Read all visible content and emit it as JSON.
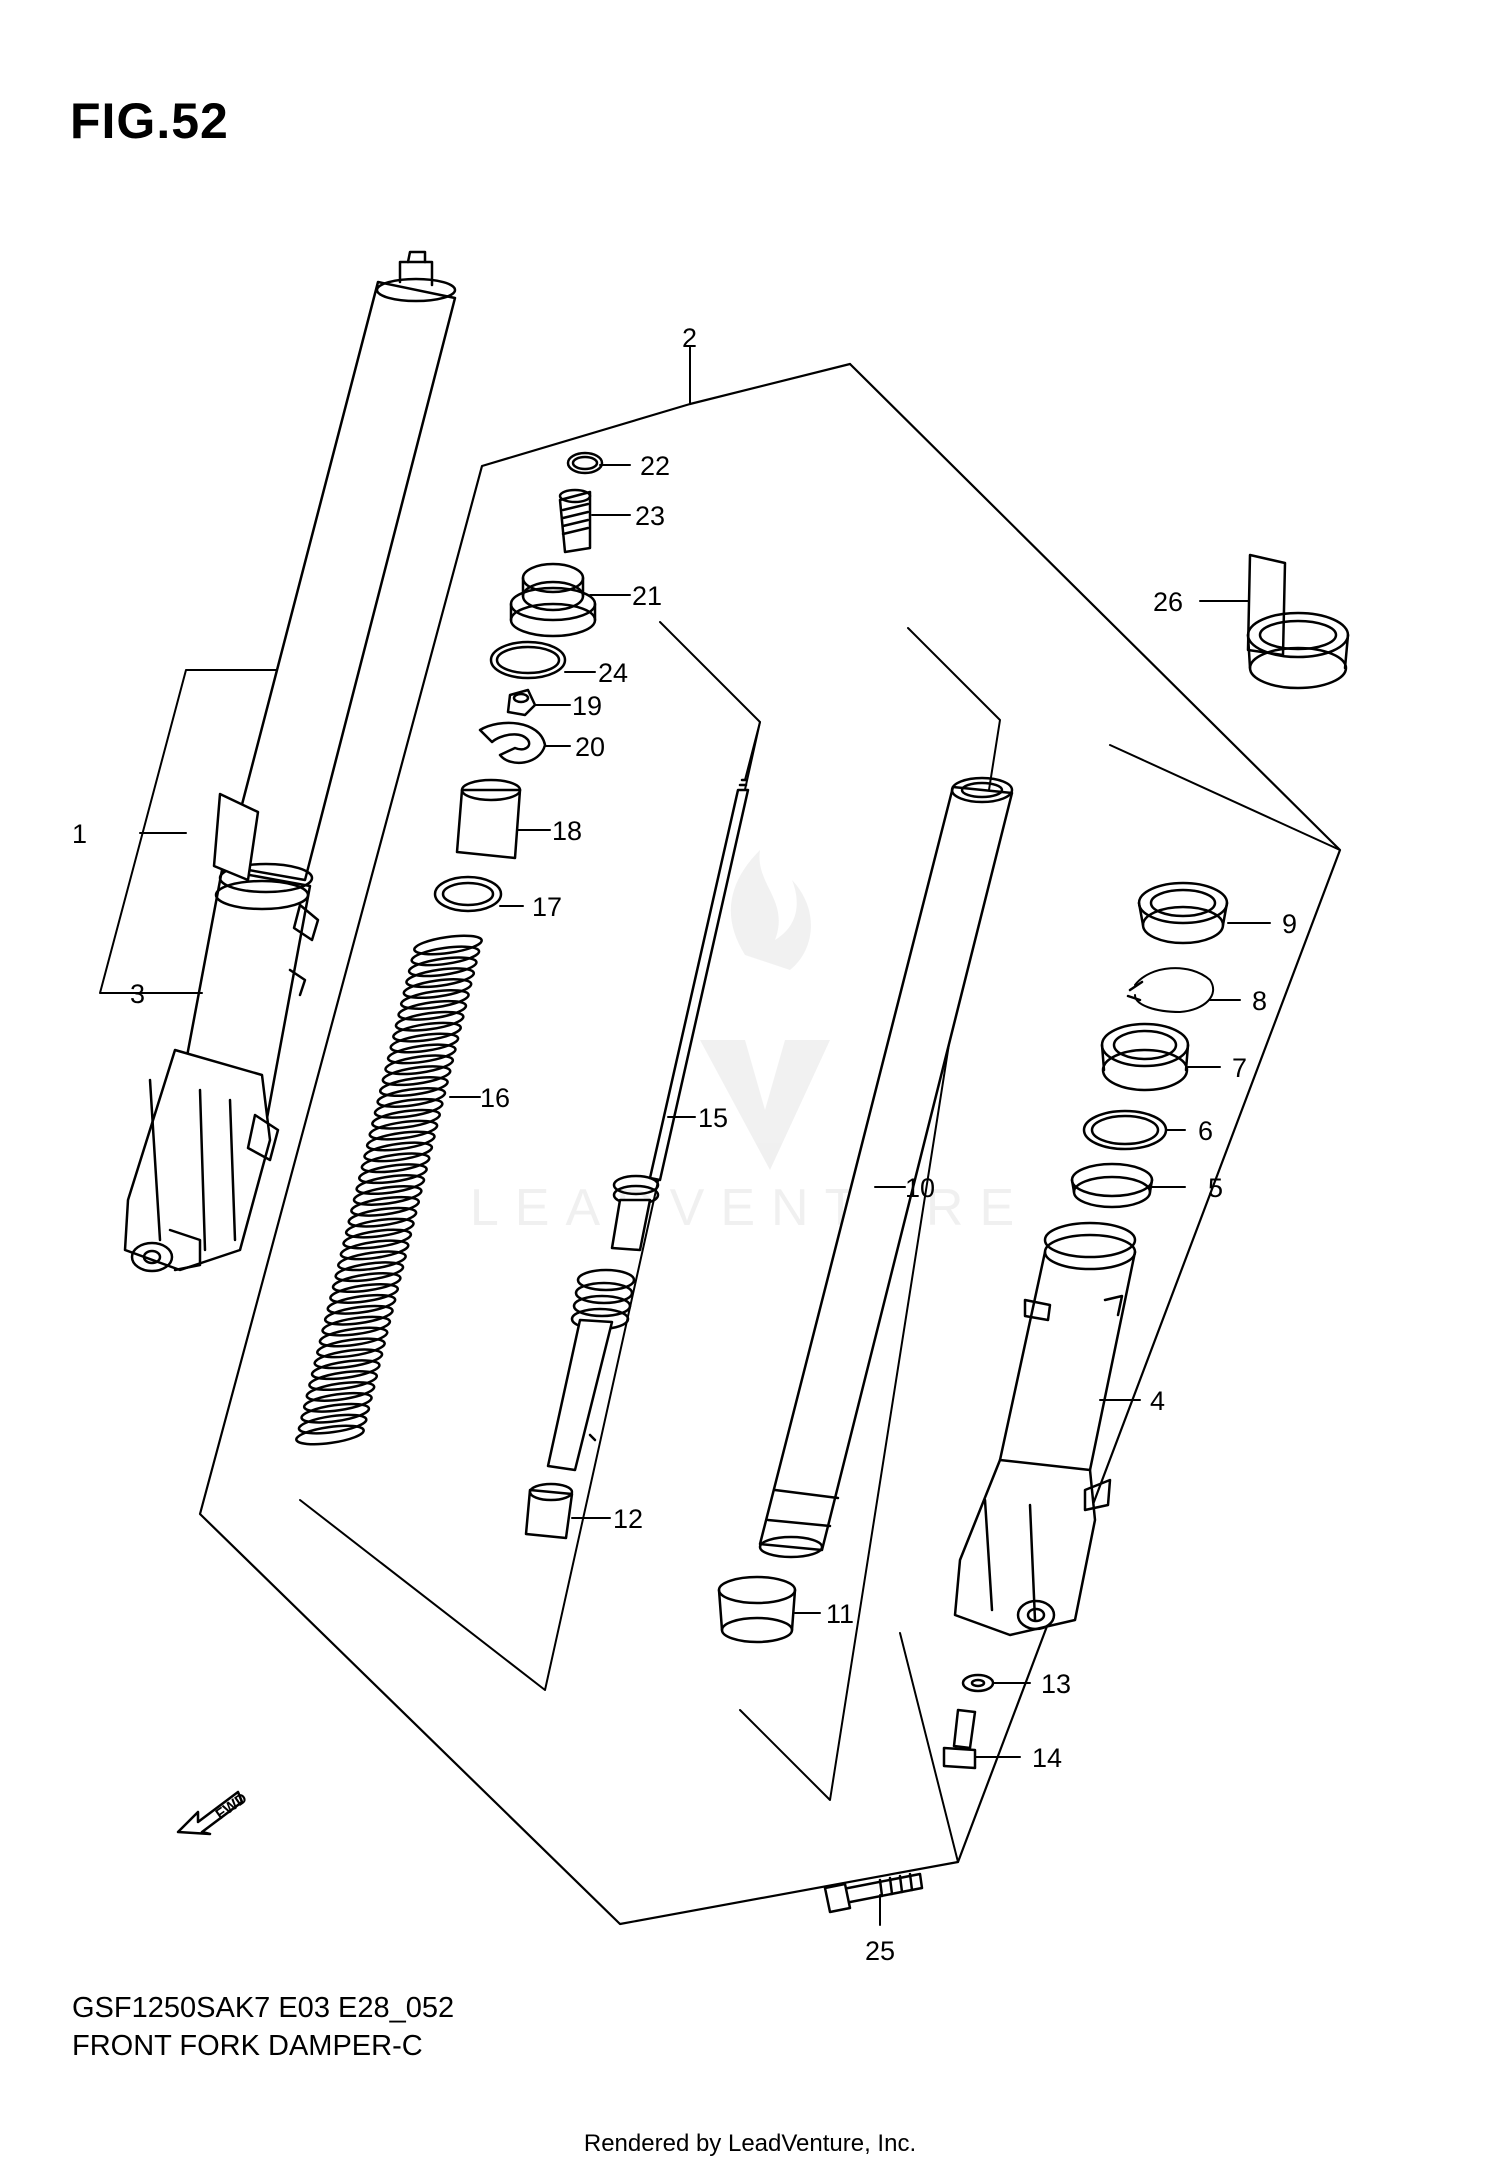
{
  "figure": {
    "title": "FIG.52",
    "model_code": "GSF1250SAK7 E03 E28_052",
    "name": "FRONT FORK DAMPER-C",
    "credit": "Rendered by LeadVenture, Inc.",
    "watermark": "LEADVENTURE",
    "fwd_label": "FWD"
  },
  "callouts": [
    {
      "label": "1",
      "part": "front-fork-assembly"
    },
    {
      "label": "2",
      "part": "damper-kit"
    },
    {
      "label": "3",
      "part": "outer-tube-right"
    },
    {
      "label": "4",
      "part": "outer-tube-left"
    },
    {
      "label": "5",
      "part": "guide-bushing"
    },
    {
      "label": "6",
      "part": "washer-seal"
    },
    {
      "label": "7",
      "part": "oil-seal"
    },
    {
      "label": "8",
      "part": "snap-ring"
    },
    {
      "label": "9",
      "part": "dust-seal"
    },
    {
      "label": "10",
      "part": "inner-tube"
    },
    {
      "label": "11",
      "part": "slide-bushing"
    },
    {
      "label": "12",
      "part": "oil-lock-piece"
    },
    {
      "label": "13",
      "part": "gasket"
    },
    {
      "label": "14",
      "part": "damper-bolt"
    },
    {
      "label": "15",
      "part": "damper-rod"
    },
    {
      "label": "16",
      "part": "fork-spring"
    },
    {
      "label": "17",
      "part": "spring-seat"
    },
    {
      "label": "18",
      "part": "spacer"
    },
    {
      "label": "19",
      "part": "lock-nut"
    },
    {
      "label": "20",
      "part": "stopper"
    },
    {
      "label": "21",
      "part": "cap-bolt"
    },
    {
      "label": "22",
      "part": "o-ring-small"
    },
    {
      "label": "23",
      "part": "adjuster"
    },
    {
      "label": "24",
      "part": "o-ring-large"
    },
    {
      "label": "25",
      "part": "axle-pinch-bolt"
    },
    {
      "label": "26",
      "part": "fork-guard-clamp"
    }
  ]
}
